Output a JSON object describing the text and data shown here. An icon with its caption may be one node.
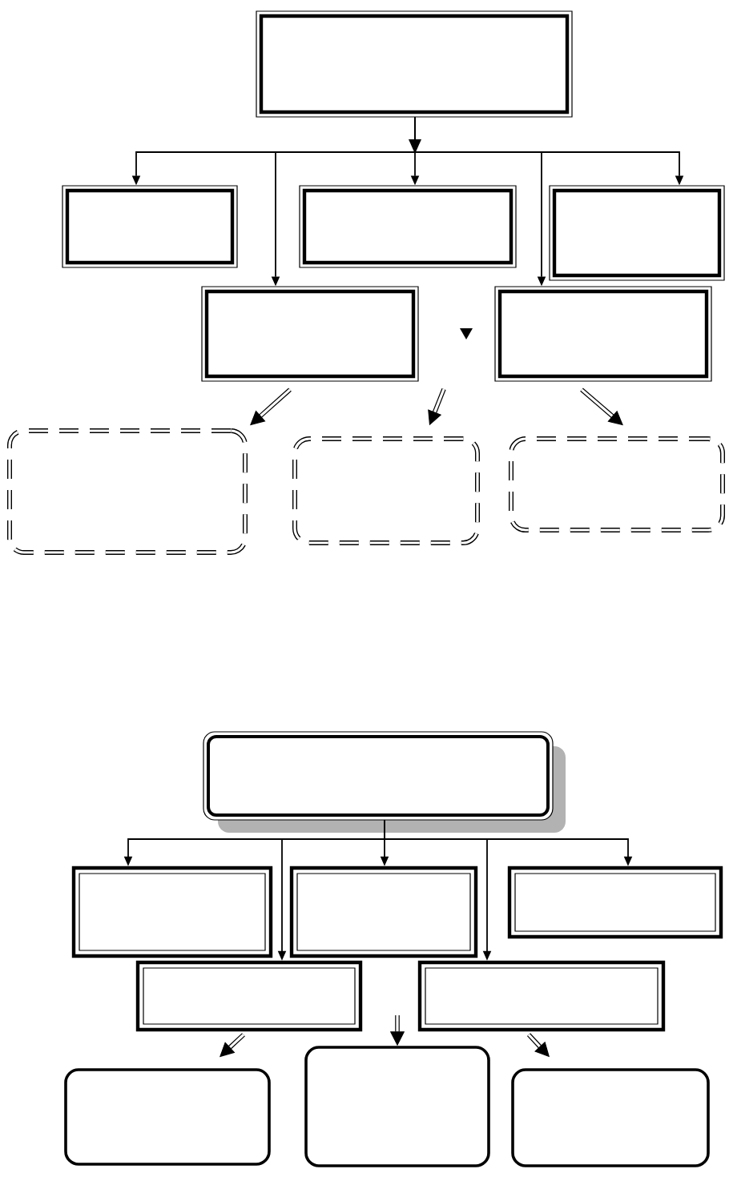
{
  "diagram": {
    "nodes": [
      {
        "text": [],
        "shape": "box"
      },
      {
        "text": [],
        "shape": "box"
      },
      {
        "text": [],
        "shape": "box"
      },
      {
        "text": [],
        "shape": "box"
      },
      {
        "text": [],
        "shape": "box"
      },
      {
        "text": [],
        "shape": "box"
      },
      {
        "text": [],
        "shape": "box"
      },
      {
        "text": [],
        "shape": "box"
      },
      {
        "text": [],
        "shape": "box"
      },
      {
        "text": [],
        "shape": "box"
      },
      {
        "text": [],
        "shape": "box"
      },
      {
        "text": [],
        "shape": "box"
      },
      {
        "text": [],
        "shape": "box"
      },
      {
        "text": [],
        "shape": "box"
      },
      {
        "text": [],
        "shape": "box"
      },
      {
        "text": [],
        "shape": "box"
      },
      {
        "text": [],
        "shape": "box"
      },
      {
        "text": [],
        "shape": "box"
      }
    ],
    "edges": [
      {
        "from": 0,
        "to": 1,
        "arrow": "to"
      },
      {
        "from": 0,
        "to": 2,
        "arrow": "to"
      },
      {
        "from": 0,
        "to": 3,
        "arrow": "to"
      },
      {
        "from": 0,
        "to": 4,
        "arrow": "to"
      },
      {
        "from": 0,
        "to": 5,
        "arrow": "to"
      },
      {
        "from": 4,
        "to": 6,
        "arrow": "to",
        "style": "thick"
      },
      {
        "from": null,
        "to": 7,
        "arrow": "to",
        "style": "thick"
      },
      {
        "from": 5,
        "to": 8,
        "arrow": "to",
        "style": "thick"
      },
      {
        "from": 9,
        "to": 10,
        "arrow": "to"
      },
      {
        "from": 9,
        "to": 11,
        "arrow": "to"
      },
      {
        "from": 9,
        "to": 12,
        "arrow": "to"
      },
      {
        "from": 9,
        "to": 13,
        "arrow": "to"
      },
      {
        "from": 9,
        "to": 14,
        "arrow": "to"
      },
      {
        "from": 13,
        "to": 15,
        "arrow": "to",
        "style": "thick"
      },
      {
        "from": null,
        "to": 16,
        "arrow": "to",
        "style": "thick"
      },
      {
        "from": 14,
        "to": 17,
        "arrow": "to",
        "style": "thick"
      }
    ]
  }
}
